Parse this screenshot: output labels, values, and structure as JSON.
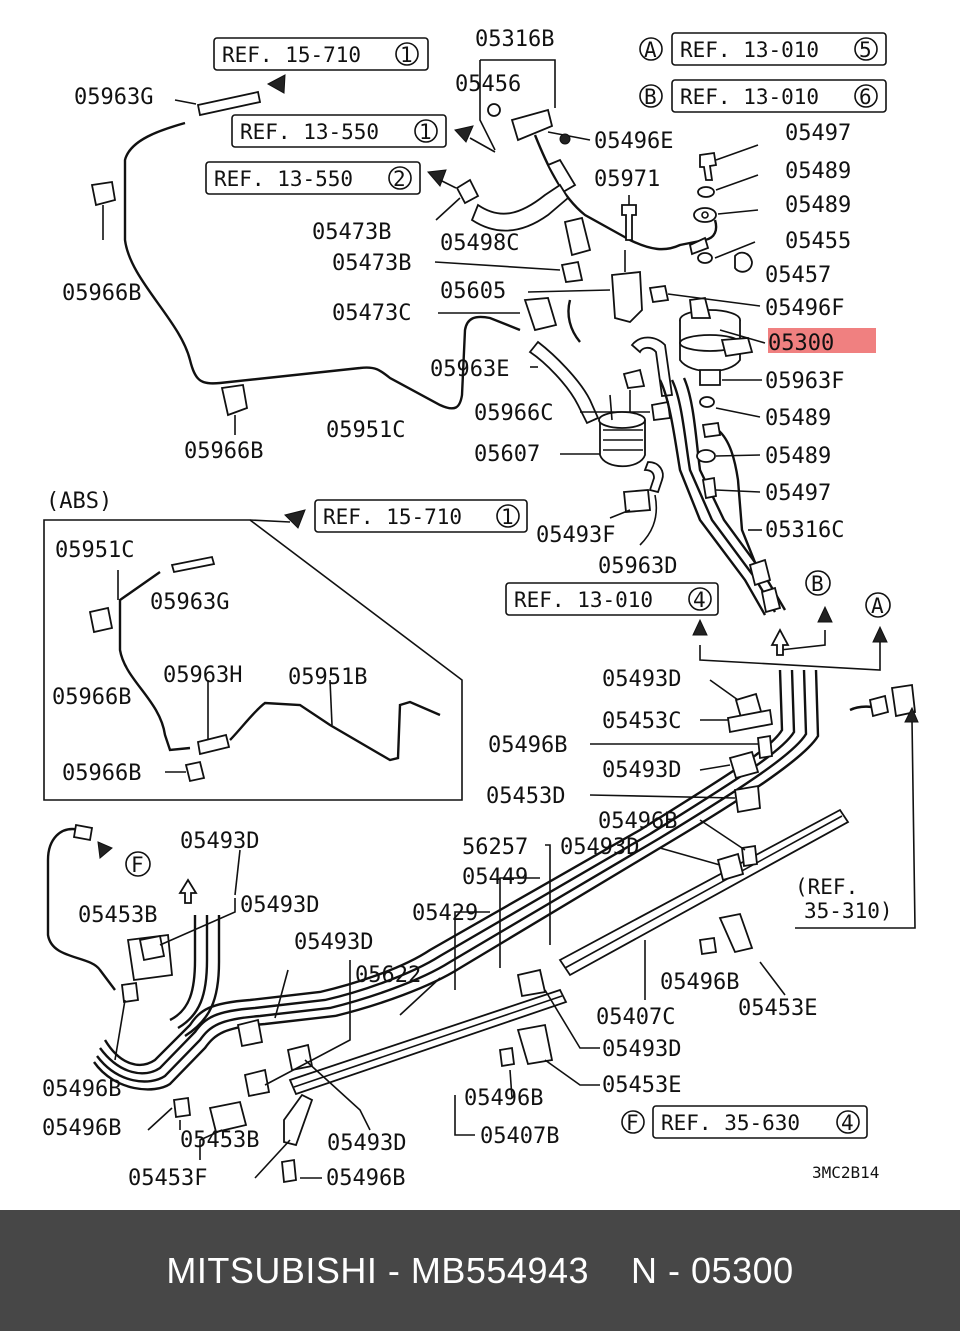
{
  "footer": {
    "brand": "MITSUBISHI",
    "sep1": " - ",
    "part_number": "MB554943",
    "gap": "    ",
    "ref_code": "N - 05300"
  },
  "diagram": {
    "drawing_code": "3MC2B14",
    "abs_label": "(ABS)",
    "highlight_label": "05300",
    "highlight_color": "#f08080",
    "refs": {
      "r1": "REF. 15-710",
      "r1n": "1",
      "r2": "REF. 13-550",
      "r2n": "1",
      "r3": "REF. 13-550",
      "r3n": "2",
      "r4": "REF. 13-010",
      "r4n": "5",
      "r4k": "A",
      "r5": "REF. 13-010",
      "r5n": "6",
      "r5k": "B",
      "r6": "REF. 15-710",
      "r6n": "1",
      "r7": "REF. 13-010",
      "r7n": "4",
      "r8": "REF. 35-630",
      "r8n": "4",
      "r8k": "F",
      "r9a": "(REF.",
      "r9b": "35-310)"
    },
    "markers": {
      "a": "A",
      "b": "B",
      "f": "F"
    },
    "labels": {
      "l05316B": "05316B",
      "l05456": "05456",
      "l05963G_top": "05963G",
      "l05496E": "05496E",
      "l05497_top": "05497",
      "l05489_a": "05489",
      "l05971": "05971",
      "l05489_b": "05489",
      "l05473B_a": "05473B",
      "l05498C": "05498C",
      "l05455": "05455",
      "l05473B_b": "05473B",
      "l05457": "05457",
      "l05966B_a": "05966B",
      "l05605": "05605",
      "l05496F": "05496F",
      "l05473C": "05473C",
      "l05963E": "05963E",
      "l05963F": "05963F",
      "l05951C_top": "05951C",
      "l05966C": "05966C",
      "l05489_c": "05489",
      "l05966B_b": "05966B",
      "l05607": "05607",
      "l05489_d": "05489",
      "l05497_b": "05497",
      "l05316C": "05316C",
      "l05493F": "05493F",
      "l05951C_abs": "05951C",
      "l05963G_abs": "05963G",
      "l05963D": "05963D",
      "l05966B_abs1": "05966B",
      "l05963H": "05963H",
      "l05951B": "05951B",
      "l05966B_abs2": "05966B",
      "l05493D_r1": "05493D",
      "l05453C": "05453C",
      "l05496B_r1": "05496B",
      "l05493D_r2": "05493D",
      "l05453D": "05453D",
      "l05496B_r2": "05496B",
      "l05493D_l1": "05493D",
      "l56257": "56257",
      "l05493D_m": "05493D",
      "l05449": "05449",
      "l05453B_a": "05453B",
      "l05493D_l2": "05493D",
      "l05429": "05429",
      "l05493D_l3": "05493D",
      "l05622": "05622",
      "l05496B_r3": "05496B",
      "l05453E_a": "05453E",
      "l05407C": "05407C",
      "l05493D_b": "05493D",
      "l05496B_l1": "05496B",
      "l05453E_b": "05453E",
      "l05496B_m": "05496B",
      "l05496B_l2": "05496B",
      "l05453B_b": "05453B",
      "l05493D_c": "05493D",
      "l05407B": "05407B",
      "l05453F": "05453F",
      "l05496B_bot": "05496B"
    }
  }
}
